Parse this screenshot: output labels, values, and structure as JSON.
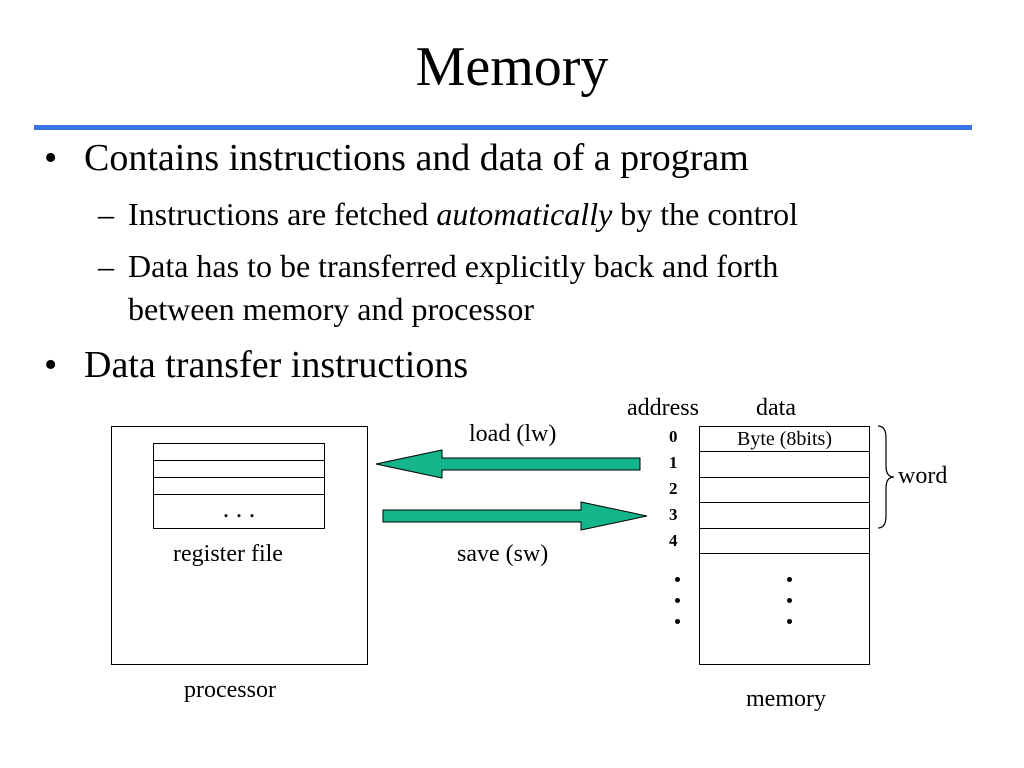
{
  "slide": {
    "title": "Memory",
    "rule_color": "#3b73e8",
    "bullets": [
      {
        "text": "Contains instructions and data of a program",
        "sub": [
          {
            "before": "Instructions are fetched ",
            "emphasis": "automatically",
            "after": " by the control"
          },
          {
            "line1": "Data has to be transferred explicitly back and forth",
            "line2": "between memory and processor"
          }
        ]
      },
      {
        "text": "Data transfer instructions"
      }
    ],
    "bullet_glyph": "•",
    "dash_glyph": "–"
  },
  "diagram": {
    "processor_label": "processor",
    "register_file_label": "register file",
    "register_ellipsis": ". . .",
    "load_label": "load (lw)",
    "save_label": "save (sw)",
    "arrow_color": "#14b58a",
    "address_header": "address",
    "data_header": "data",
    "addresses": [
      "0",
      "1",
      "2",
      "3",
      "4"
    ],
    "first_cell": "Byte (8bits)",
    "word_label": "word",
    "memory_label": "memory"
  }
}
